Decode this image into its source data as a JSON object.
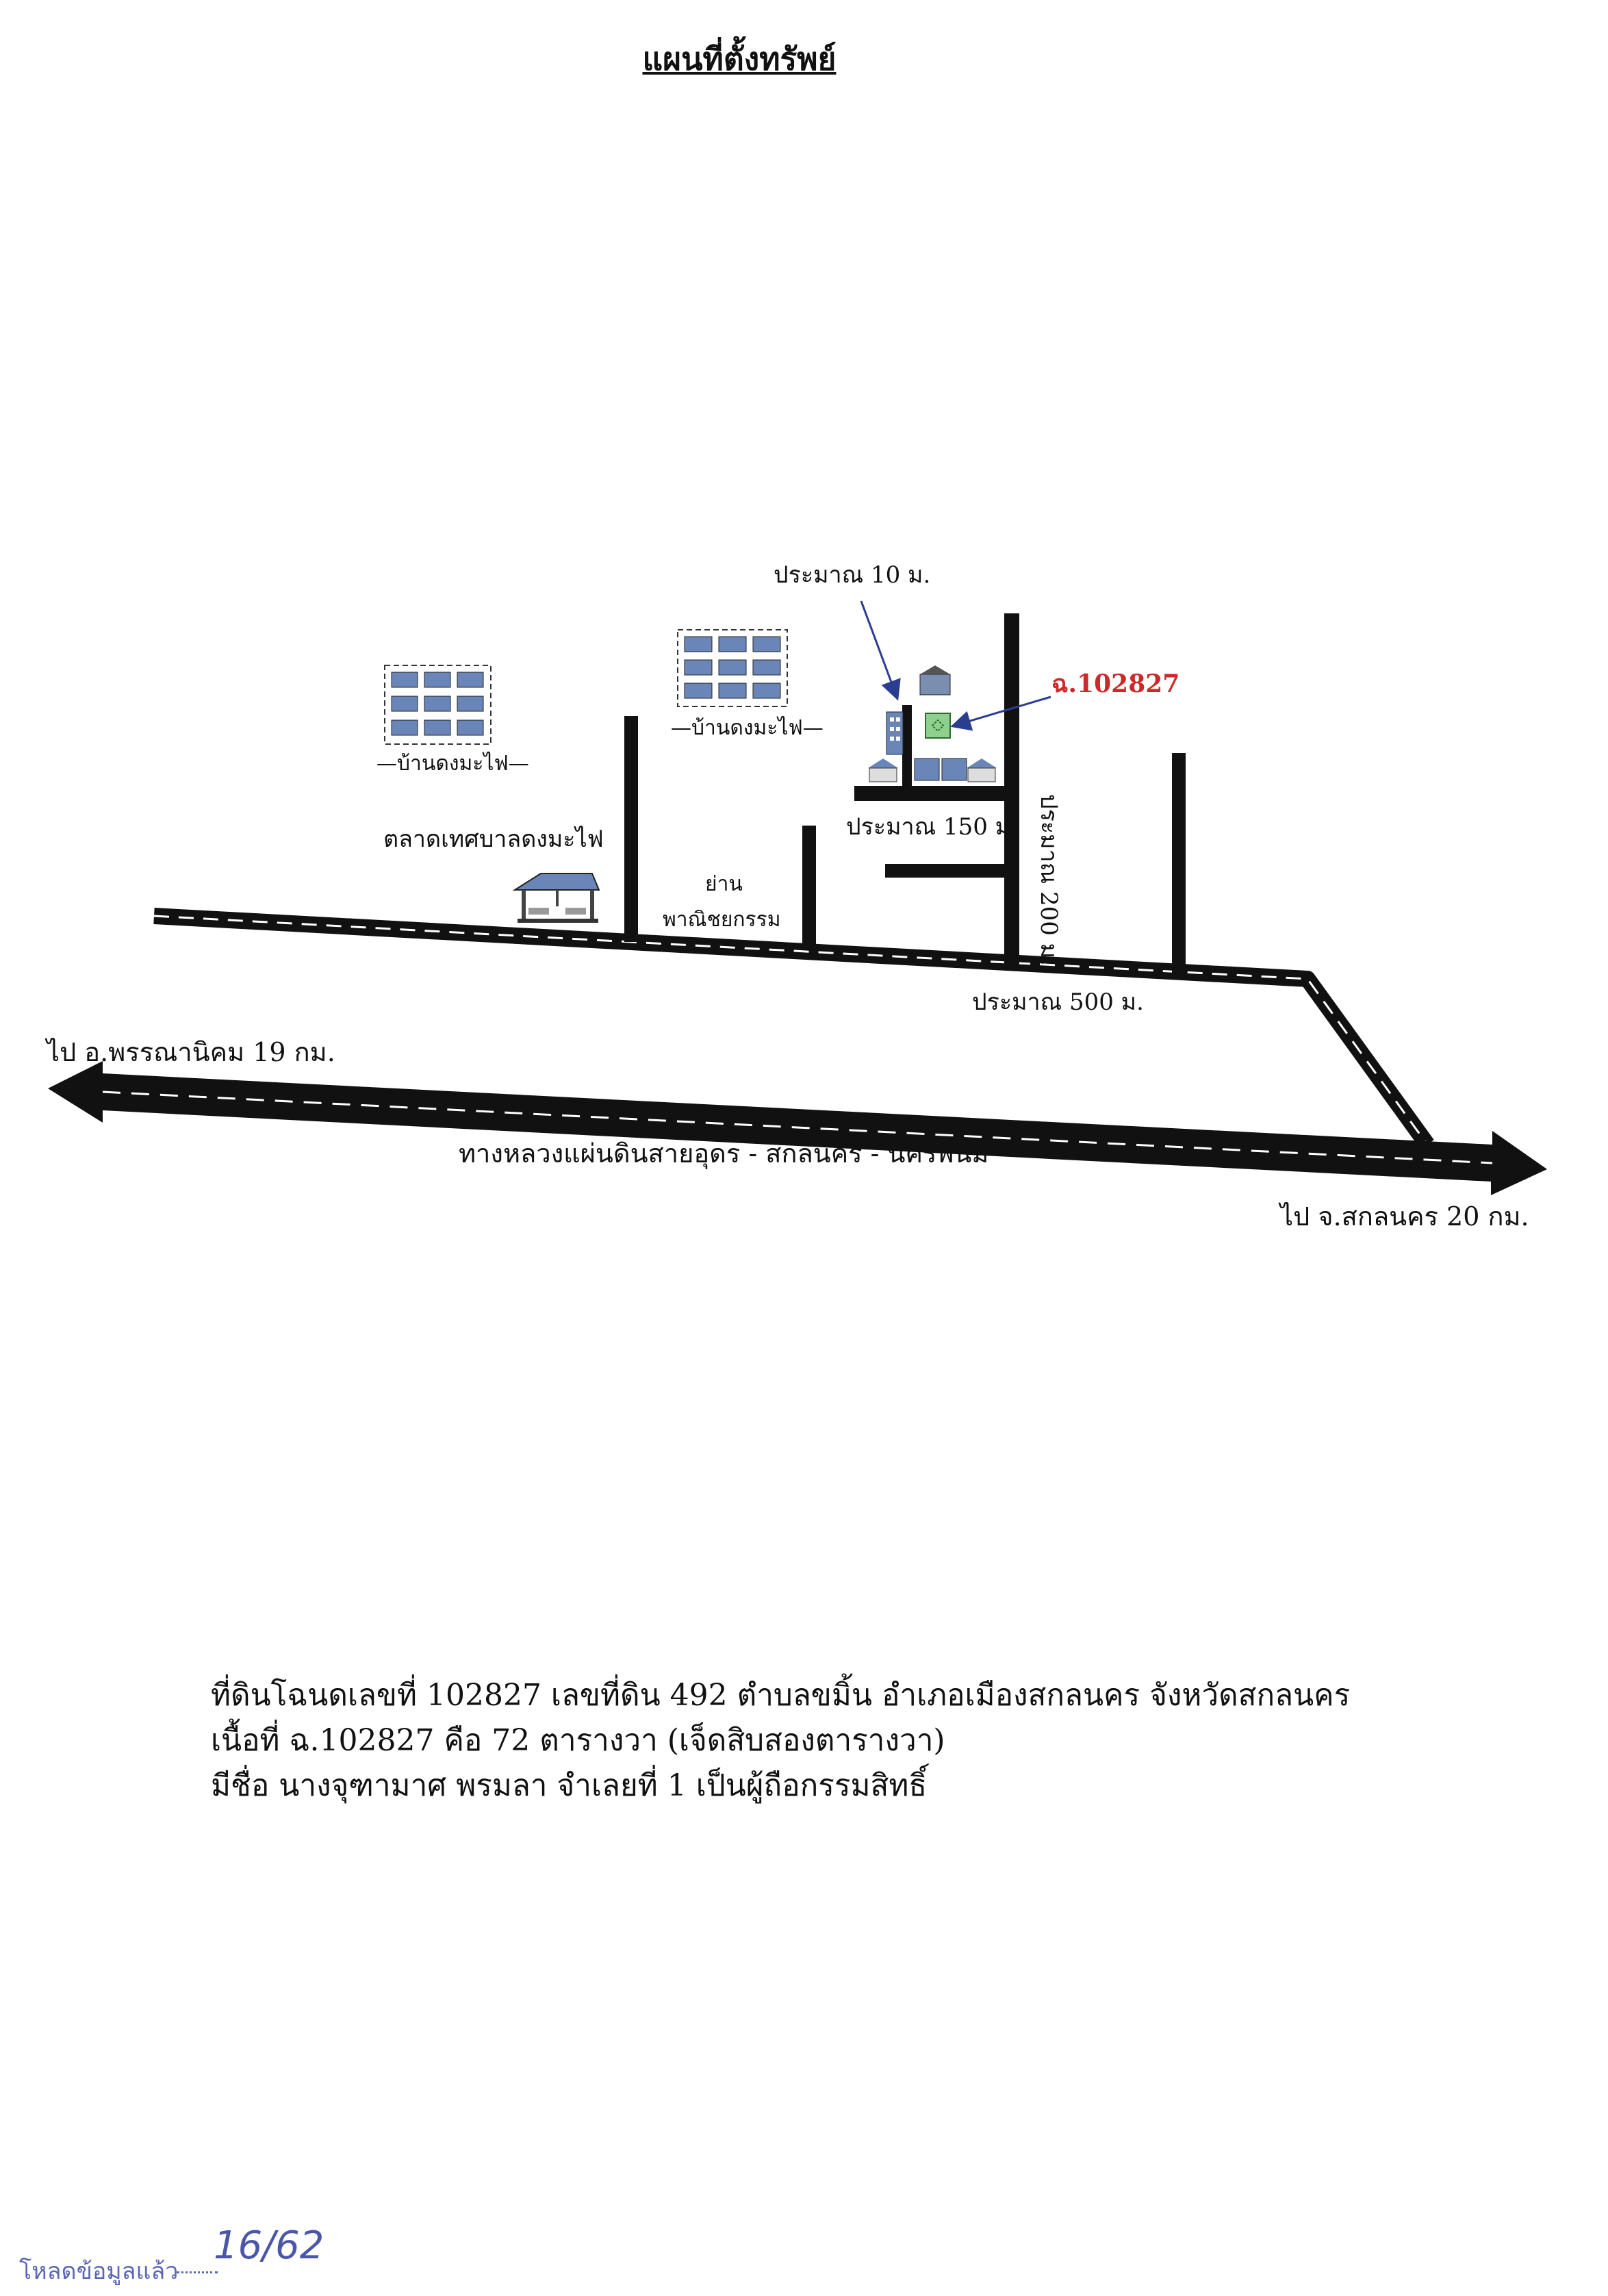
{
  "title": "แผนที่ตั้งทรัพย์",
  "map": {
    "deed_label": "ฉ.102827",
    "labels": {
      "approx_10m": "ประมาณ 10 ม.",
      "approx_150m": "ประมาณ 150 ม.",
      "approx_200m": "ประมาณ 200 ม.",
      "approx_500m": "ประมาณ 500 ม.",
      "village_1": "—บ้านดงมะไฟ—",
      "village_2": "—บ้านดงมะไฟ—",
      "market": "ตลาดเทศบาลดงมะไฟ",
      "commercial_line1": "ย่าน",
      "commercial_line2": "พาณิชยกรรม",
      "to_phanna": "ไป อ.พรรณานิคม 19 กม.",
      "highway": "ทางหลวงแผ่นดินสายอุดร - สกลนคร - นครพนม",
      "to_sakon": "ไป จ.สกลนคร 20 กม."
    },
    "colors": {
      "road": "#111111",
      "deed_text": "#cc2a2a",
      "arrow": "#2b3d8f",
      "plot_fill": "#8fd08f",
      "building_blue": "#6a86b8"
    }
  },
  "caption": {
    "line1": "ที่ดินโฉนดเลขที่ 102827 เลขที่ดิน 492 ตำบลขมิ้น อำเภอเมืองสกลนคร จังหวัดสกลนคร",
    "line2": "เนื้อที่ ฉ.102827 คือ 72 ตารางวา (เจ็ดสิบสองตารางวา)",
    "line3": "มีชื่อ นางจุฑามาศ พรมลา จำเลยที่ 1 เป็นผู้ถือกรรมสิทธิ์"
  },
  "footer": {
    "note": "โหลดข้อมูลแล้ว",
    "handwritten_date": "16/62"
  }
}
